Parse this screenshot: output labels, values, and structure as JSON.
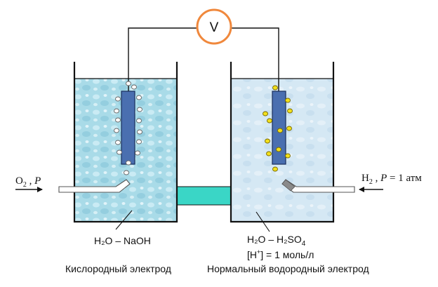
{
  "voltmeter": {
    "label": "V",
    "ring_color": "#f0883c"
  },
  "left_cell": {
    "gas_label": "O",
    "gas_subscript": "2",
    "gas_separator": " , ",
    "pressure_symbol": "P",
    "solution_label": "H₂O – NaOH",
    "caption": "Кислородный электрод",
    "bubble_color": "#ffffff"
  },
  "right_cell": {
    "gas_label": "H",
    "gas_subscript": "2",
    "gas_separator": " , ",
    "pressure_symbol": "P",
    "pressure_value": " = 1 атм",
    "solution_label_main": "H₂O – H₂SO",
    "solution_label_sub": "4",
    "concentration_open": "[H",
    "concentration_sup": "+",
    "concentration_rest": "] = 1 моль/л",
    "caption": "Нормальный водородный электрод",
    "bubble_color": "#f2e01c"
  },
  "colors": {
    "electrode": "#4a6fb0",
    "salt_bridge": "#3ad6c6",
    "left_liquid": "#a9dbe8",
    "right_liquid": "#d5e8f4"
  }
}
